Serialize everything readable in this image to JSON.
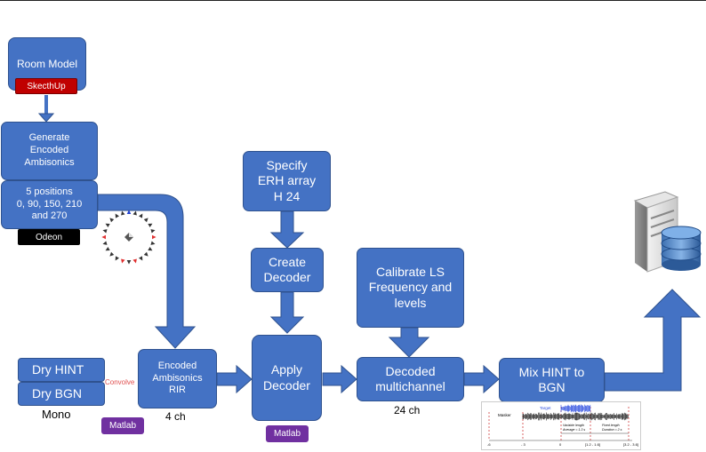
{
  "colors": {
    "box_fill": "#4472C4",
    "box_border": "#2F528F",
    "arrow_fill": "#4472C4",
    "sketchup_tag": "#C00000",
    "odeon_tag": "#000000",
    "matlab_tag": "#7030A0",
    "convolve_text": "#E05050"
  },
  "nodes": {
    "room_model": "Room Model",
    "generate": "Generate\nEncoded\nAmbisonics",
    "positions": "5 positions\n0, 90, 150, 210\nand 270",
    "specify": "Specify\nERH array\nH 24",
    "create_decoder": "Create\nDecoder",
    "calibrate": "Calibrate LS\nFrequency and\nlevels",
    "dry_hint": "Dry HINT",
    "dry_bgn": "Dry BGN",
    "encoded_rir": "Encoded\nAmbisonics\nRIR",
    "apply_decoder": "Apply\nDecoder",
    "decoded_multichannel": "Decoded\nmultichannel",
    "mix": "Mix HINT to\nBGN"
  },
  "tags": {
    "sketchup": "SkecthUp",
    "odeon": "Odeon",
    "matlab_left": "Matlab",
    "matlab_center": "Matlab"
  },
  "labels": {
    "mono": "Mono",
    "four_ch": "4 ch",
    "twenty_four_ch": "24 ch",
    "convolve": "Convolve"
  },
  "icons": {
    "server": "server-database-icon",
    "speaker_ring": "speaker-array-icon",
    "timeline": "hint-timeline-plot"
  },
  "timeline": {
    "target_label": "Target",
    "masker_label": "Masker",
    "variable_text": "Variable length\nAverage = 1.3 s",
    "fixed_text": "Fixed length\nDuration = 2 s",
    "ticks": [
      "-6",
      "- 3",
      "0",
      "[1.2 - 1.6]",
      "[3.2 - 3.6]"
    ]
  }
}
